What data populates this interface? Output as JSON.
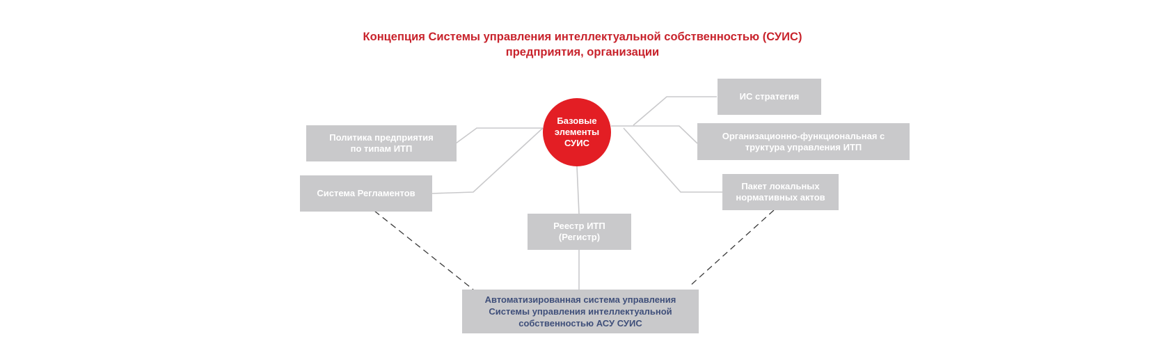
{
  "title": {
    "line1": "Концепция Системы управления интеллектуальной собственностью (СУИС)",
    "line2": "предприятия, организации"
  },
  "colors": {
    "title": "#c8232c",
    "core": "#e31e24",
    "box": "#c9c9cb",
    "box_text": "#ffffff",
    "asu_text": "#3f4f7a",
    "connector": "#c9c9cb",
    "dashed": "#3a3a3a"
  },
  "core": {
    "label": "Базовые\nэлементы\nСУИС"
  },
  "nodes": {
    "policy": "Политика предприятия\nпо типам ИТП",
    "regulations": "Система Регламентов",
    "registry": "Реестр ИТП\n(Регистр)",
    "strategy": "ИС стратегия",
    "org_structure": "Организационно-функциональная с\nтруктура управления ИТП",
    "local_acts": "Пакет локальных\nнормативных актов",
    "asu": "Автоматизированная система управления\nСистемы управления интеллектуальной\nсобственностью АСУ СУИС"
  }
}
